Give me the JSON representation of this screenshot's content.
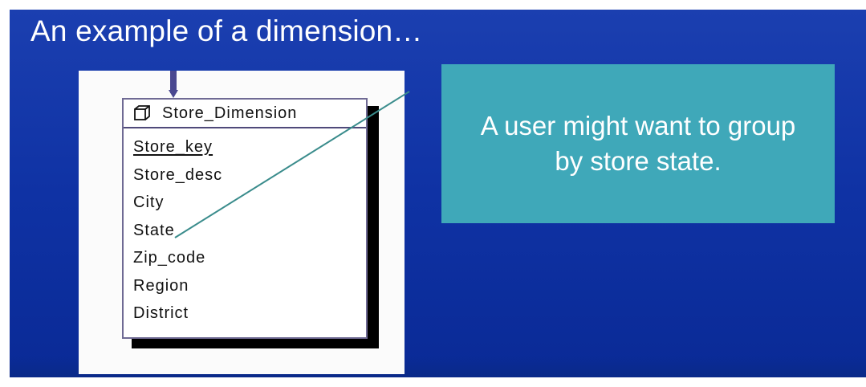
{
  "slide": {
    "title": "An example of a dimension…"
  },
  "entity": {
    "name": "Store_Dimension",
    "icon": "table-icon",
    "attributes": [
      {
        "label": "Store_key",
        "primary_key": true
      },
      {
        "label": "Store_desc",
        "primary_key": false
      },
      {
        "label": "City",
        "primary_key": false
      },
      {
        "label": "State",
        "primary_key": false
      },
      {
        "label": "Zip_code",
        "primary_key": false
      },
      {
        "label": "Region",
        "primary_key": false
      },
      {
        "label": "District",
        "primary_key": false
      }
    ]
  },
  "callout": {
    "text": "A user might want to group by store state."
  },
  "colors": {
    "slide_background": "#0f32a4",
    "callout_background": "#3fa8b9",
    "entity_border": "#6f6a94",
    "connector": "#4a4890",
    "leader_line": "#3a8c8c"
  }
}
